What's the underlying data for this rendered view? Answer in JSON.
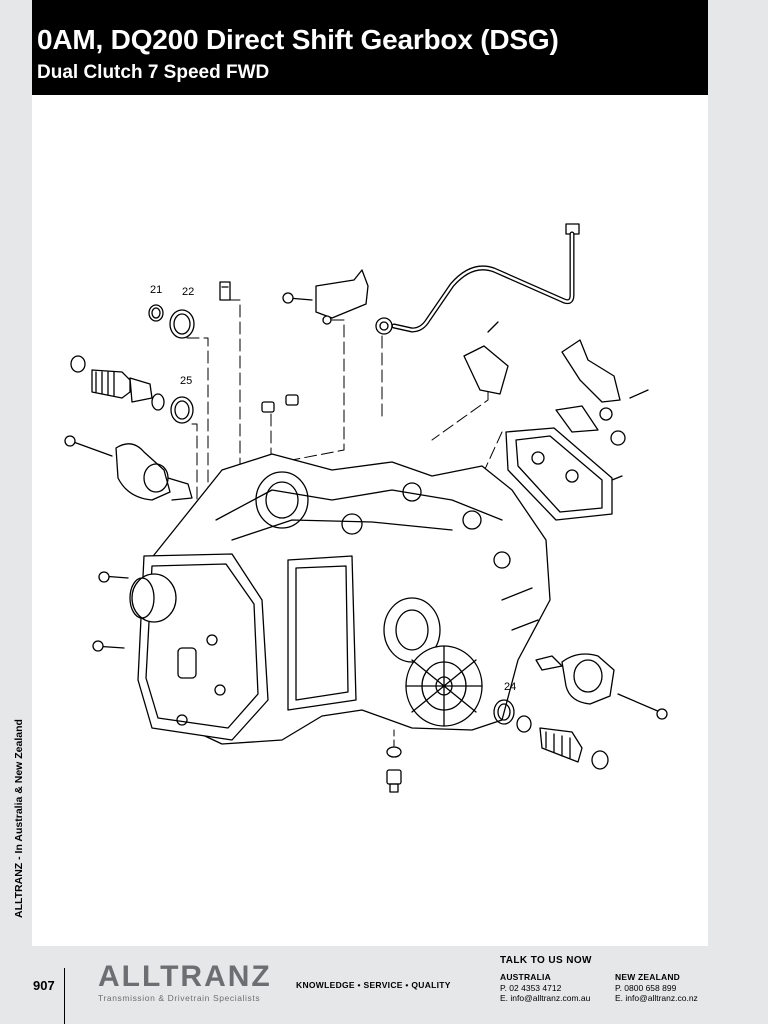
{
  "header": {
    "title": "0AM, DQ200 Direct Shift Gearbox (DSG)",
    "subtitle": "Dual Clutch 7 Speed FWD"
  },
  "diagram": {
    "callouts": [
      "21",
      "22",
      "25",
      "24"
    ]
  },
  "sidebar": {
    "text": "ALLTRANZ - In Australia & New Zealand"
  },
  "footer": {
    "page_number": "907",
    "logo": "ALLTRANZ",
    "logo_tagline": "Transmission & Drivetrain Specialists",
    "slogan": "KNOWLEDGE • SERVICE • QUALITY",
    "talk_heading": "TALK TO US NOW",
    "australia": {
      "name": "AUSTRALIA",
      "phone": "P. 02 4353 4712",
      "email": "E. info@alltranz.com.au"
    },
    "new_zealand": {
      "name": "NEW ZEALAND",
      "phone": "P. 0800 658 899",
      "email": "E. info@alltranz.co.nz"
    }
  },
  "colors": {
    "header_bg": "#000000",
    "header_text": "#ffffff",
    "page_bg": "#e6e7e8",
    "logo_gray": "#6d6e71"
  }
}
